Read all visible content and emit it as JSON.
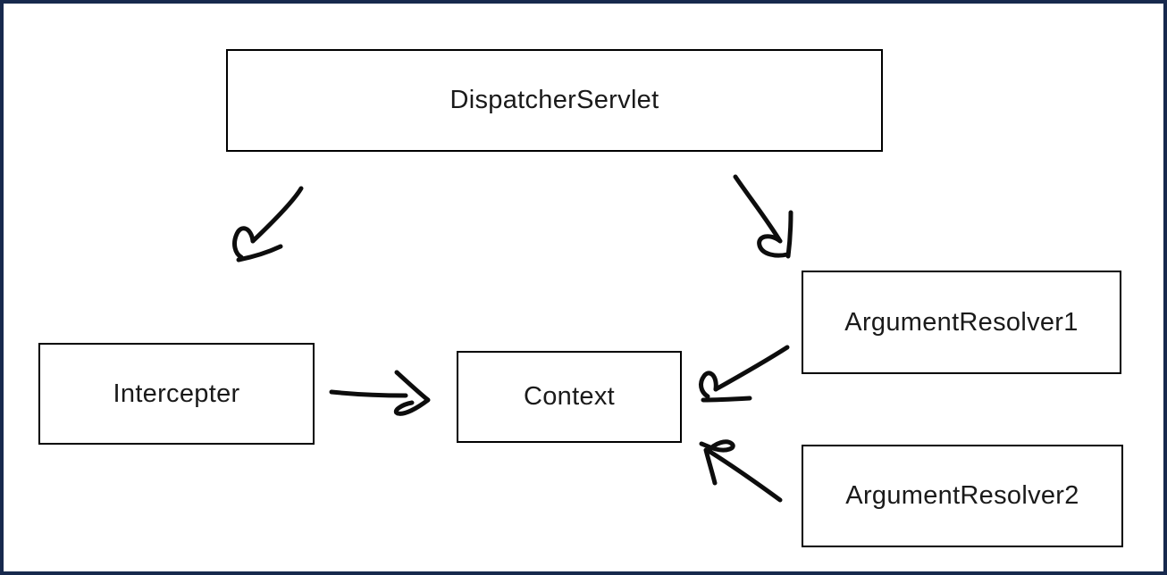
{
  "diagram": {
    "nodes": {
      "dispatcher_servlet": {
        "label": "DispatcherServlet"
      },
      "intercepter": {
        "label": "Intercepter"
      },
      "context": {
        "label": "Context"
      },
      "argument_resolver_1": {
        "label": "ArgumentResolver1"
      },
      "argument_resolver_2": {
        "label": "ArgumentResolver2"
      }
    },
    "edges": [
      {
        "from": "DispatcherServlet",
        "to": "Intercepter",
        "style": "hand-drawn-arrow"
      },
      {
        "from": "DispatcherServlet",
        "to": "ArgumentResolver1",
        "style": "hand-drawn-arrow"
      },
      {
        "from": "Intercepter",
        "to": "Context",
        "style": "hand-drawn-arrow"
      },
      {
        "from": "ArgumentResolver1",
        "to": "Context",
        "style": "hand-drawn-arrow"
      },
      {
        "from": "ArgumentResolver2",
        "to": "Context",
        "style": "hand-drawn-arrow"
      }
    ],
    "colors": {
      "page_border": "#17294d",
      "box_border": "#000000",
      "arrow_stroke": "#0d0d0d",
      "background": "#ffffff",
      "text": "#1a1a1a"
    }
  }
}
